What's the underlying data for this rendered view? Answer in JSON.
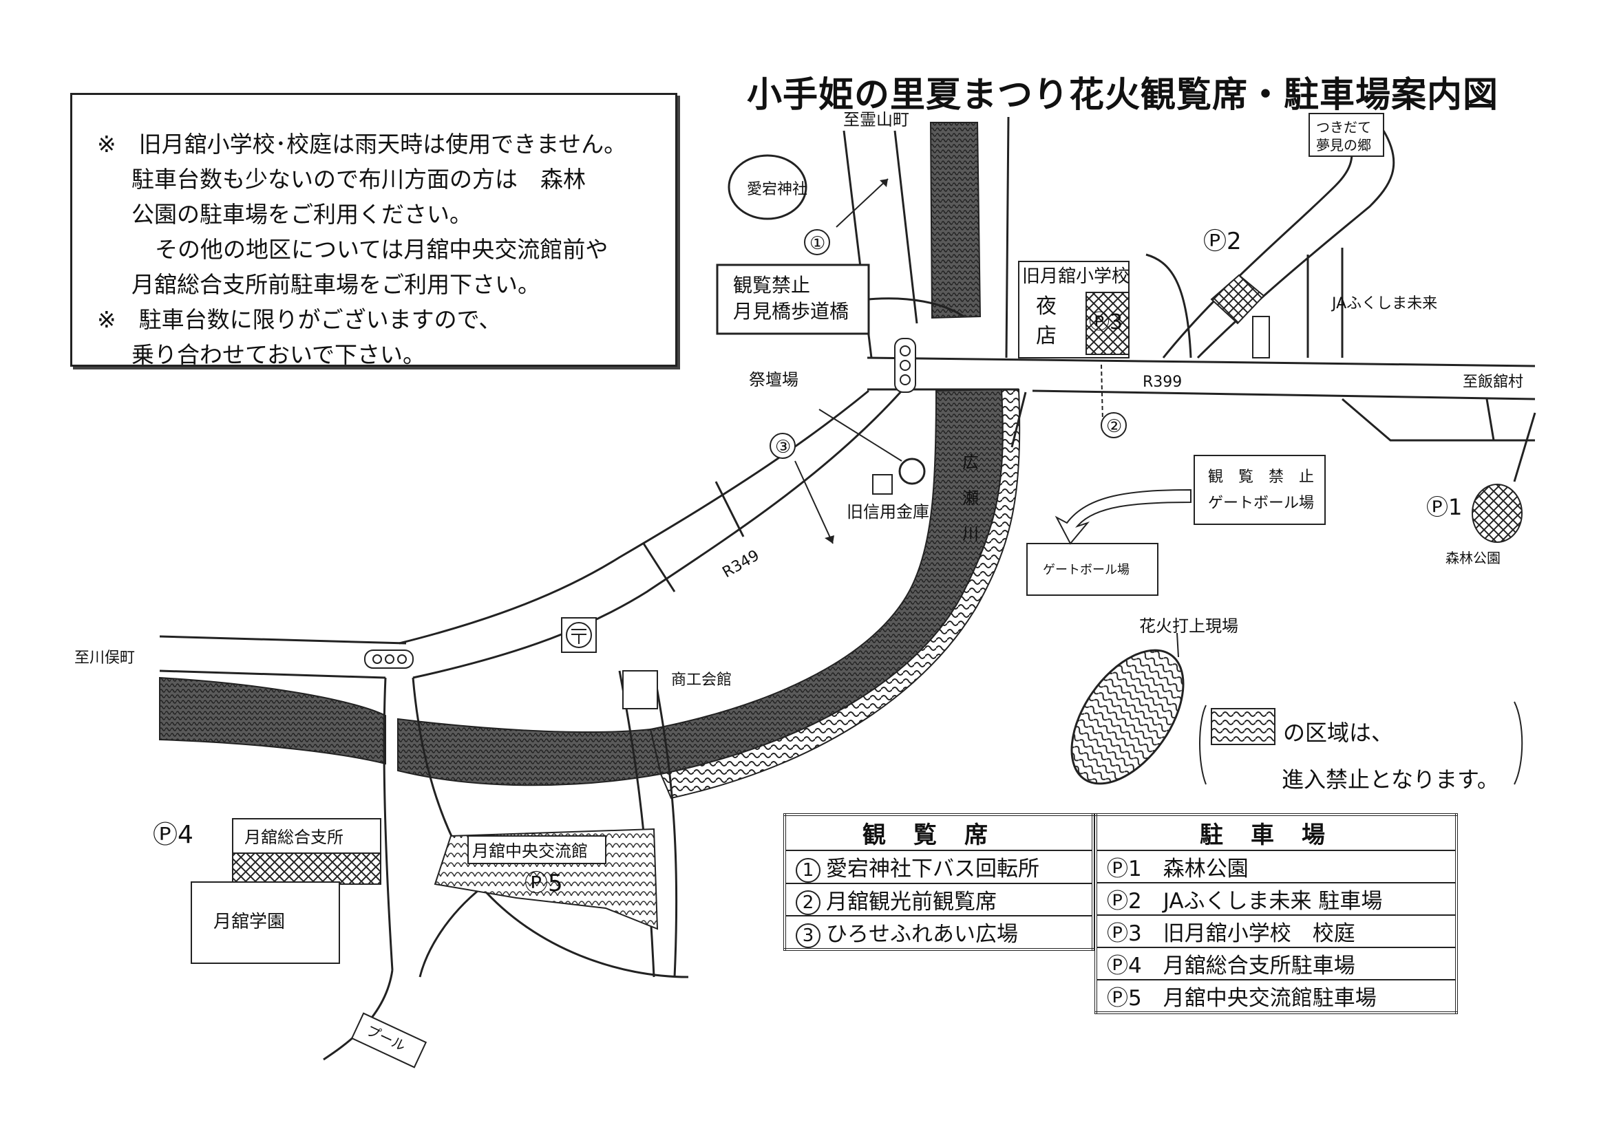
{
  "title": "小手姫の里夏まつり花火観覧席・駐車場案内図",
  "notice": {
    "lines": [
      "※　旧月舘小学校･校庭は雨天時は使用できません。",
      "駐車台数も少ないので布川方面の方は　森林",
      "公園の駐車場をご利用ください。",
      "その他の地区については月舘中央交流館前や",
      "月舘総合支所前駐車場をご利用下さい。",
      "※　駐車台数に限りがございますので、",
      "乗り合わせておいで下さい。"
    ]
  },
  "map_labels": {
    "to_ryozen": "至霊山町",
    "atago_shrine": "愛宕神社",
    "tsukidate_yume": [
      "つきだて",
      "夢見の郷"
    ],
    "p2": "Ⓟ2",
    "ja": "JAふくしま未来",
    "no_view_bridge": [
      "観覧禁止",
      "月見橋歩道橋"
    ],
    "old_school": "旧月舘小学校",
    "stalls": [
      "夜",
      "店"
    ],
    "p3": "Ⓟ3",
    "r399": "R399",
    "to_iitate": "至飯舘村",
    "saidanjo": "祭壇場",
    "seat1": "①",
    "seat2": "②",
    "seat3": "③",
    "hirose_river": [
      "広",
      "瀬",
      "川"
    ],
    "no_view_gateball": [
      "観　覧　禁　止",
      "ゲートボール場"
    ],
    "gateball": "ゲートボール場",
    "p1": "Ⓟ1",
    "shinrin_koen": "森林公園",
    "old_shinkin": "旧信用金庫",
    "r349": "R349",
    "fireworks_site": "花火打上現場",
    "to_kawamata": "至川俣町",
    "shoko_kaikan": "商工会館",
    "p4": "Ⓟ4",
    "sogo_shisho": "月舘総合支所",
    "chuo_koryukan": "月舘中央交流館",
    "p5": "Ⓟ5",
    "tsukidate_gakuen": "月舘学園",
    "pool": "プール"
  },
  "legend": {
    "line1": "の区域は、",
    "line2": "進入禁止となります。"
  },
  "seats_table": {
    "header": "観覧席",
    "rows": [
      {
        "num": "1",
        "label": "愛宕神社下バス回転所"
      },
      {
        "num": "2",
        "label": "月舘観光前観覧席"
      },
      {
        "num": "3",
        "label": "ひろせふれあい広場"
      }
    ]
  },
  "parking_table": {
    "header": "駐車場",
    "rows": [
      {
        "num": "Ⓟ1",
        "label": "森林公園"
      },
      {
        "num": "Ⓟ2",
        "label": "JAふくしま未来 駐車場"
      },
      {
        "num": "Ⓟ3",
        "label": "旧月舘小学校　校庭"
      },
      {
        "num": "Ⓟ4",
        "label": "月舘総合支所駐車場"
      },
      {
        "num": "Ⓟ5",
        "label": "月舘中央交流館駐車場"
      }
    ]
  },
  "colors": {
    "ink": "#111111",
    "river_fill": "#555555",
    "background": "#ffffff"
  }
}
